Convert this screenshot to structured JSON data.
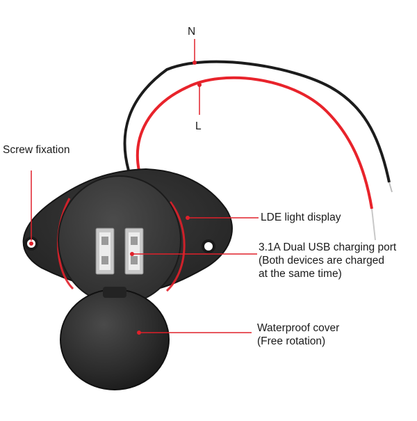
{
  "labels": {
    "n": "N",
    "l": "L",
    "screw": "Screw fixation",
    "lde": "LDE light display",
    "usb_line1": "3.1A Dual USB charging port",
    "usb_line2": "(Both devices are charged",
    "usb_line3": "at the same time)",
    "cover_line1": "Waterproof cover",
    "cover_line2": "(Free rotation)"
  },
  "colors": {
    "accent": "#e0202a",
    "body": "#2b2b2b",
    "text": "#1a1a1a",
    "wire_red": "#e8232b",
    "wire_black": "#1c1c1c"
  }
}
